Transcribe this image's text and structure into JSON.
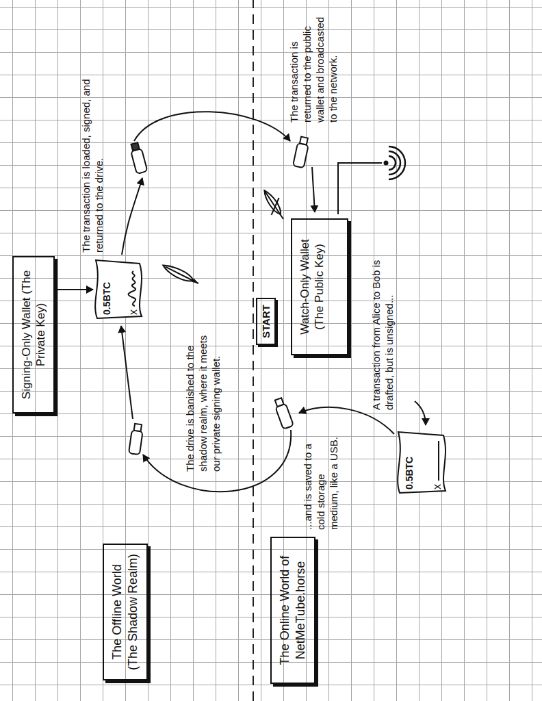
{
  "diagram": {
    "nodes": [
      {
        "text": [
          "The Offline World (The Shadow Realm)"
        ]
      },
      {
        "text": [
          "Signing-Only Wallet (The Private Key)"
        ]
      },
      {
        "text": [
          "0.5BTC",
          "x"
        ]
      },
      {
        "text": [
          "The Online World of NetMeTube.horse"
        ]
      },
      {
        "text": [
          "START"
        ]
      },
      {
        "text": [
          "Watch-Only Wallet (The Public Key)"
        ]
      },
      {
        "text": [
          "0.5BTC",
          "x"
        ]
      }
    ],
    "edges": [
      {
        "from": 1,
        "to": 2,
        "arrow": "to"
      }
    ],
    "labels": [
      "The transaction is loaded, signed, and returned to the drive.",
      "The drive is banished to the shadow realm, where it meets our private signing wallet.",
      "The transaction is returned to the public wallet and broadcasted to the network.",
      "A transaction from Alice to Bob is drafted, but is unsigned...",
      "...and is saved to a cold storage medium, like a USB."
    ]
  }
}
